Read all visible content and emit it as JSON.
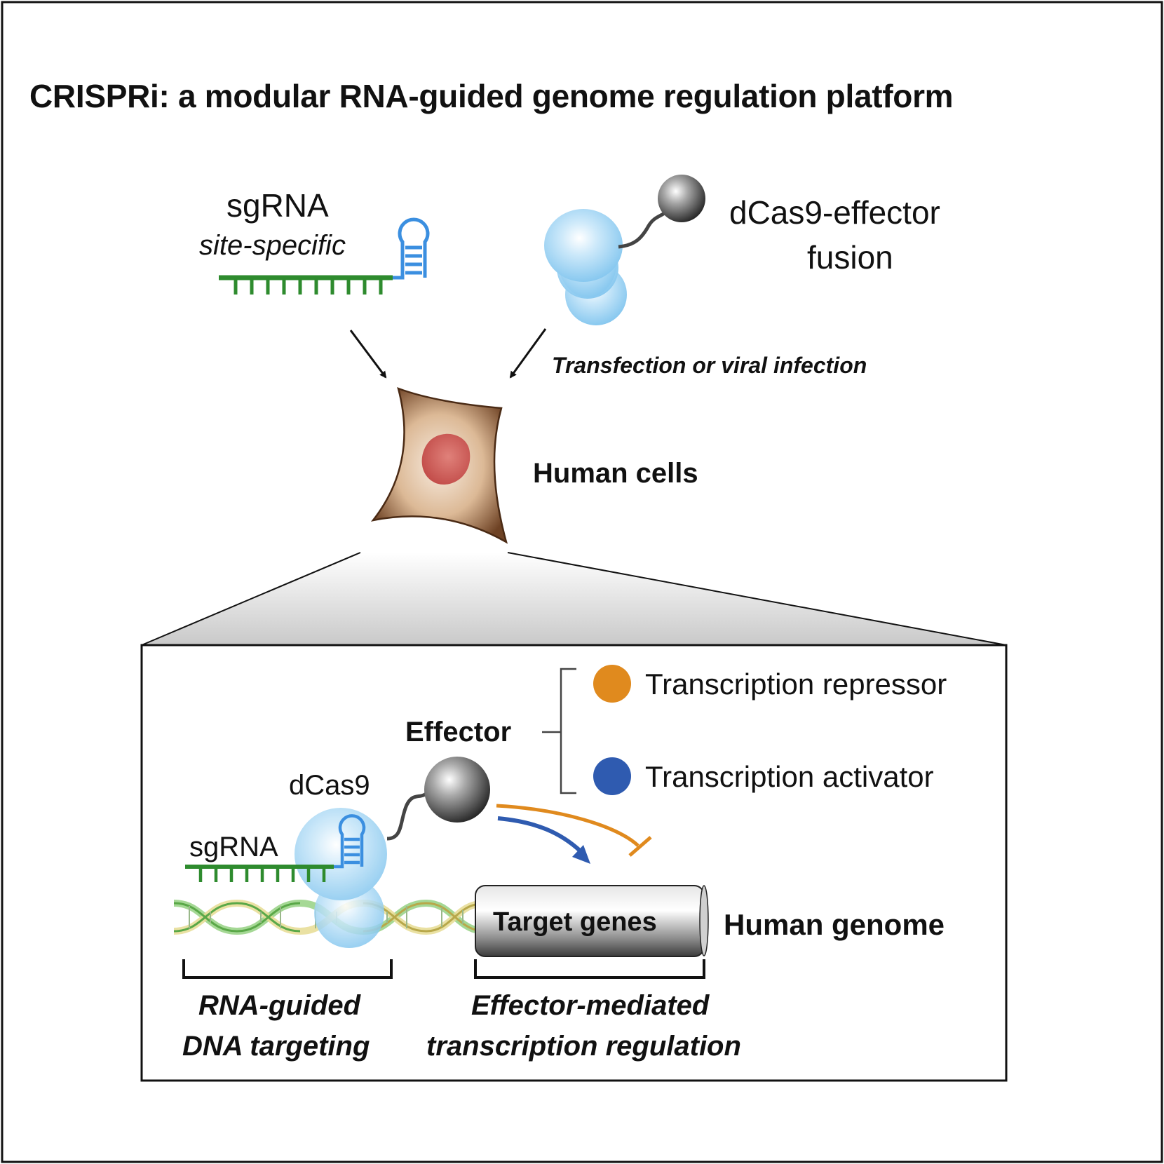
{
  "title": "CRISPRi: a modular RNA-guided genome regulation platform",
  "top": {
    "sgrna_label": "sgRNA",
    "sgrna_sublabel": "site-specific",
    "fusion_label_line1": "dCas9-effector",
    "fusion_label_line2": "fusion",
    "delivery_label": "Transfection or viral infection",
    "cells_label": "Human cells"
  },
  "detail": {
    "effector_label": "Effector",
    "repressor_label": "Transcription repressor",
    "activator_label": "Transcription activator",
    "dcas9_label": "dCas9",
    "sgrna_label": "sgRNA",
    "target_label": "Target genes",
    "genome_label": "Human genome",
    "left_caption_line1": "RNA-guided",
    "left_caption_line2": "DNA targeting",
    "right_caption_line1": "Effector-mediated",
    "right_caption_line2": "transcription regulation"
  },
  "colors": {
    "sgrna_green": "#2e8b2e",
    "dcas9_blue": "#7fc4ee",
    "repressor_orange": "#e08a1e",
    "activator_blue": "#2f5bb0",
    "cell_brown": "#7a4a2a",
    "nucleus_red": "#d05a55"
  },
  "icons": [
    "sgrna-hairpin-icon",
    "dcas9-protein-icon",
    "effector-ball-icon",
    "cell-icon",
    "dna-helix-icon",
    "target-gene-cylinder-icon"
  ]
}
